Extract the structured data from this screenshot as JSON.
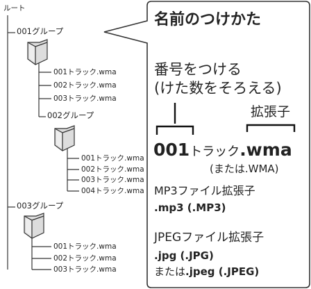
{
  "tree": {
    "root": "ルート",
    "group1": "001グループ",
    "group1_files": [
      "001トラック.wma",
      "002トラック.wma",
      "003トラック.wma"
    ],
    "group2": "002グループ",
    "group2_files": [
      "001トラック.wma",
      "002トラック.wma",
      "003トラック.wma",
      "004トラック.wma"
    ],
    "group3": "003グループ",
    "group3_files": [
      "001トラック.wma",
      "002トラック.wma",
      "003トラック.wma"
    ]
  },
  "panel": {
    "title": "名前のつけかた",
    "number_line1": "番号をつける",
    "number_line2": "(けた数をそろえる)",
    "ext_label": "拡張子",
    "example_num": "001",
    "example_mid": "トラック",
    "example_ext": ".wma",
    "example_alt": "(または.WMA)",
    "mp3_label": "MP3ファイル拡張子",
    "mp3_ext": ".mp3 (.MP3)",
    "jpeg_label": "JPEGファイル拡張子",
    "jpeg_ext1": ".jpg (.JPG)",
    "jpeg_ext2_prefix": "または",
    "jpeg_ext2": ".jpeg (.JPEG)"
  }
}
